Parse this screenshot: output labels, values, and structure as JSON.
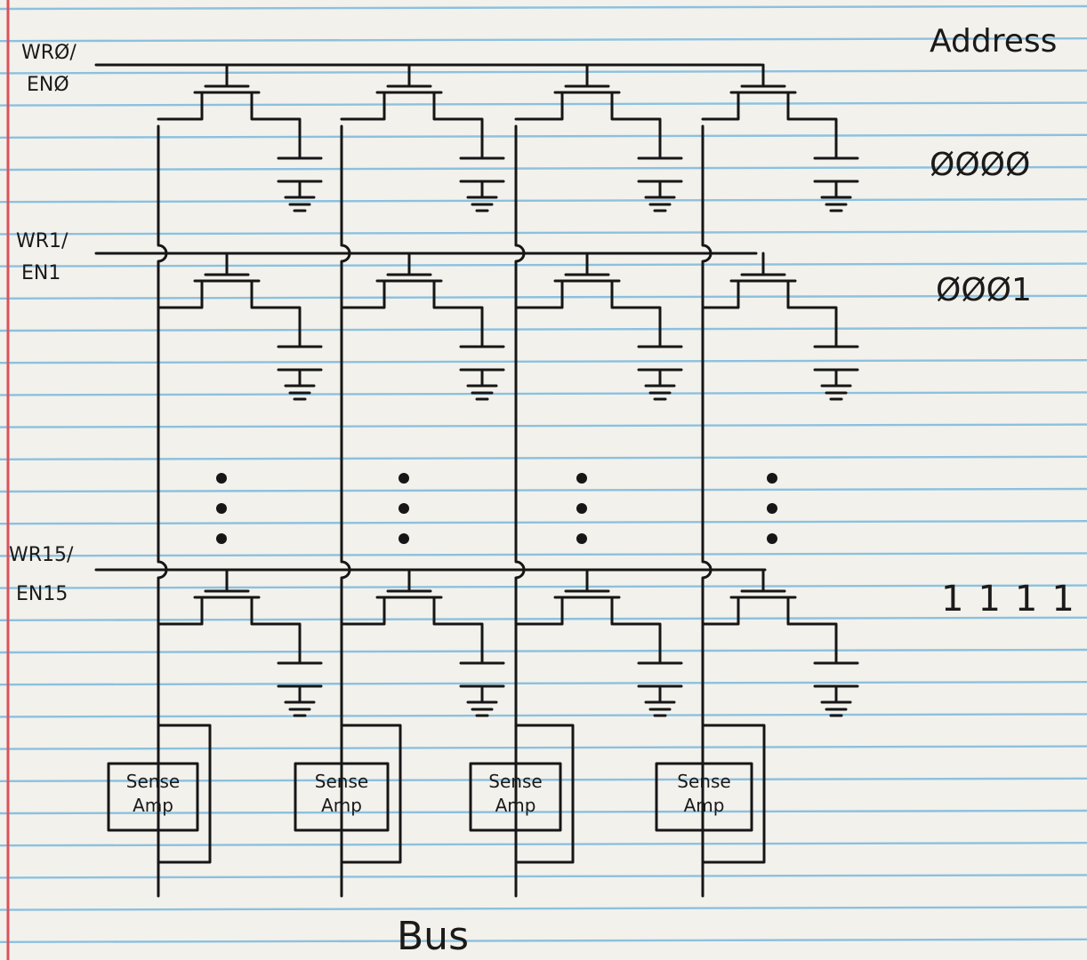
{
  "paper": {
    "background": "#f3f1ec",
    "rule_color": "#7ab9dd",
    "margin_color": "#d9535c",
    "ink_color": "#161616"
  },
  "rows": [
    {
      "line1": "WRØ/",
      "line2": "ENØ",
      "address": "ØØØØ"
    },
    {
      "line1": "WR1/",
      "line2": "EN1",
      "address": "ØØØ1"
    },
    {
      "line1": "WR15/",
      "line2": "EN15",
      "address": "1111"
    }
  ],
  "header": {
    "address": "Address"
  },
  "sense_amp": {
    "line1": "Sense",
    "line2": "Amp"
  },
  "footer": {
    "bus": "Bus"
  }
}
